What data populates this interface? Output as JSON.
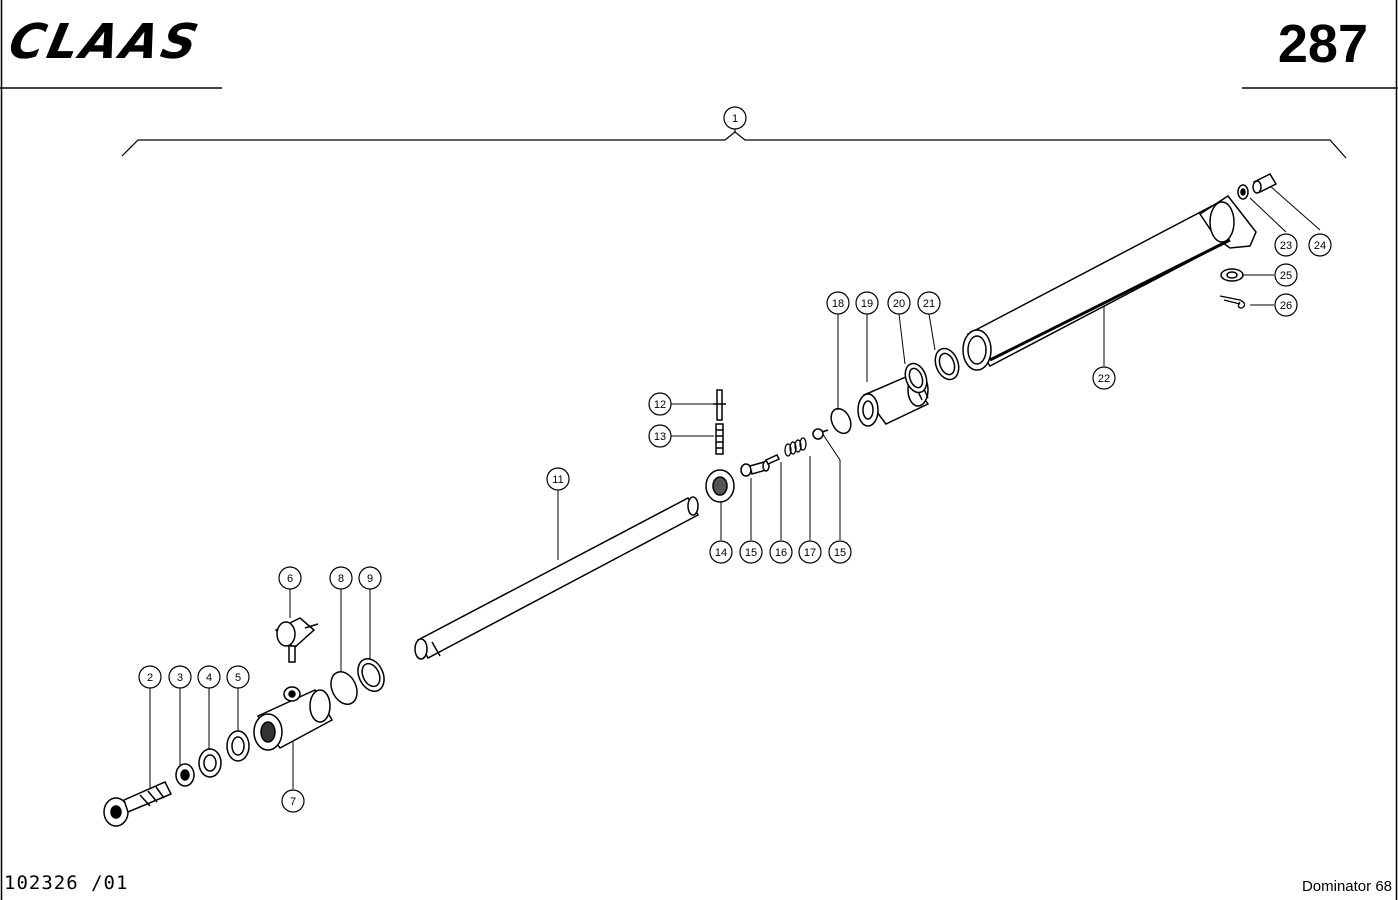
{
  "header": {
    "brand": "CLAAS",
    "page_number": "287"
  },
  "footer": {
    "document_number": "102326 /01",
    "model": "Dominator 68"
  },
  "callouts": [
    {
      "id": "c1",
      "label": "1"
    },
    {
      "id": "c2",
      "label": "2"
    },
    {
      "id": "c3",
      "label": "3"
    },
    {
      "id": "c4",
      "label": "4"
    },
    {
      "id": "c5",
      "label": "5"
    },
    {
      "id": "c6",
      "label": "6"
    },
    {
      "id": "c7",
      "label": "7"
    },
    {
      "id": "c8",
      "label": "8"
    },
    {
      "id": "c9",
      "label": "9"
    },
    {
      "id": "c11",
      "label": "11"
    },
    {
      "id": "c12",
      "label": "12"
    },
    {
      "id": "c13",
      "label": "13"
    },
    {
      "id": "c14",
      "label": "14"
    },
    {
      "id": "c15a",
      "label": "15"
    },
    {
      "id": "c16",
      "label": "16"
    },
    {
      "id": "c17",
      "label": "17"
    },
    {
      "id": "c15b",
      "label": "15"
    },
    {
      "id": "c18",
      "label": "18"
    },
    {
      "id": "c19",
      "label": "19"
    },
    {
      "id": "c20",
      "label": "20"
    },
    {
      "id": "c21",
      "label": "21"
    },
    {
      "id": "c22",
      "label": "22"
    },
    {
      "id": "c23",
      "label": "23"
    },
    {
      "id": "c24",
      "label": "24"
    },
    {
      "id": "c25",
      "label": "25"
    },
    {
      "id": "c26",
      "label": "26"
    }
  ]
}
